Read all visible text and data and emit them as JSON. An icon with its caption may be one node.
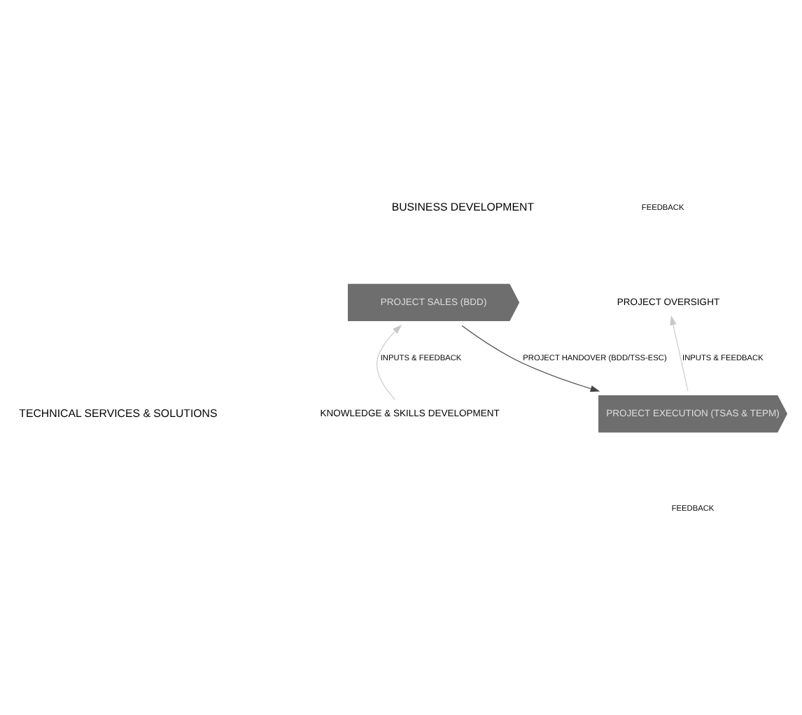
{
  "diagram": {
    "nodes": [
      {
        "text": [
          "PROJECT SALES (BDD)"
        ]
      },
      {
        "text": [
          "PROJECT OVERSIGHT"
        ]
      },
      {
        "text": [
          "KNOWLEDGE & SKILLS DEVELOPMENT"
        ]
      },
      {
        "text": [
          "PROJECT EXECUTION (TSAS & TEPM)"
        ]
      }
    ],
    "edges": [
      {
        "from": 2,
        "to": 0,
        "arrow": "to",
        "label": "INPUTS & FEEDBACK",
        "color": "#c8c8c8"
      },
      {
        "from": 0,
        "to": 3,
        "arrow": "to",
        "label": "PROJECT HANDOVER (BDD/TSS-ESC)",
        "color": "#444444"
      },
      {
        "from": 3,
        "to": 1,
        "arrow": "to",
        "label": "INPUTS & FEEDBACK",
        "color": "#c8c8c8"
      }
    ],
    "labels": [
      "BUSINESS DEVELOPMENT",
      "FEEDBACK",
      "TECHNICAL SERVICES & SOLUTIONS",
      "FEEDBACK"
    ]
  }
}
